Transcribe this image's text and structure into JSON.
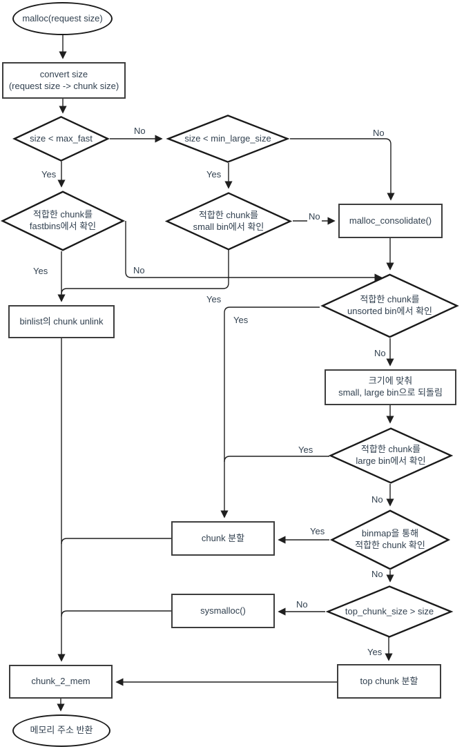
{
  "nodes": {
    "start": {
      "shape": "terminator",
      "label": "malloc(request size)"
    },
    "convert_size": {
      "shape": "process",
      "label": "convert size\n(request size -> chunk size)"
    },
    "check_max_fast": {
      "shape": "decision",
      "label": "size < max_fast"
    },
    "check_min_large_size": {
      "shape": "decision",
      "label": "size < min_large_size"
    },
    "check_fastbins": {
      "shape": "decision",
      "label": "적합한 chunk를\nfastbins에서 확인"
    },
    "check_small_bin": {
      "shape": "decision",
      "label": "적합한 chunk를\nsmall bin에서 확인"
    },
    "malloc_consolidate": {
      "shape": "process",
      "label": "malloc_consolidate()"
    },
    "binlist_unlink": {
      "shape": "process",
      "label": "binlist의 chunk unlink"
    },
    "check_unsorted_bin": {
      "shape": "decision",
      "label": "적합한 chunk를\nunsorted bin에서 확인"
    },
    "return_to_bins": {
      "shape": "process",
      "label": "크기에 맞춰\nsmall, large bin으로 되돌림"
    },
    "check_large_bin": {
      "shape": "decision",
      "label": "적합한 chunk를\nlarge bin에서 확인"
    },
    "chunk_split": {
      "shape": "process",
      "label": "chunk 분할"
    },
    "check_binmap": {
      "shape": "decision",
      "label": "binmap을 통해\n적합한 chunk 확인"
    },
    "sysmalloc": {
      "shape": "process",
      "label": "sysmalloc()"
    },
    "check_top_chunk_size": {
      "shape": "decision",
      "label": "top_chunk_size > size"
    },
    "chunk_2_mem": {
      "shape": "process",
      "label": "chunk_2_mem"
    },
    "top_chunk_split": {
      "shape": "process",
      "label": "top chunk 분할"
    },
    "end": {
      "shape": "terminator",
      "label": "메모리 주소 반환"
    }
  },
  "edge_labels": {
    "yes": "Yes",
    "no": "No"
  },
  "colors": {
    "background": "#ffffff",
    "shape_stroke": "#1a1a1a",
    "connector_stroke": "#1f1f1f",
    "text": "#31404f"
  }
}
